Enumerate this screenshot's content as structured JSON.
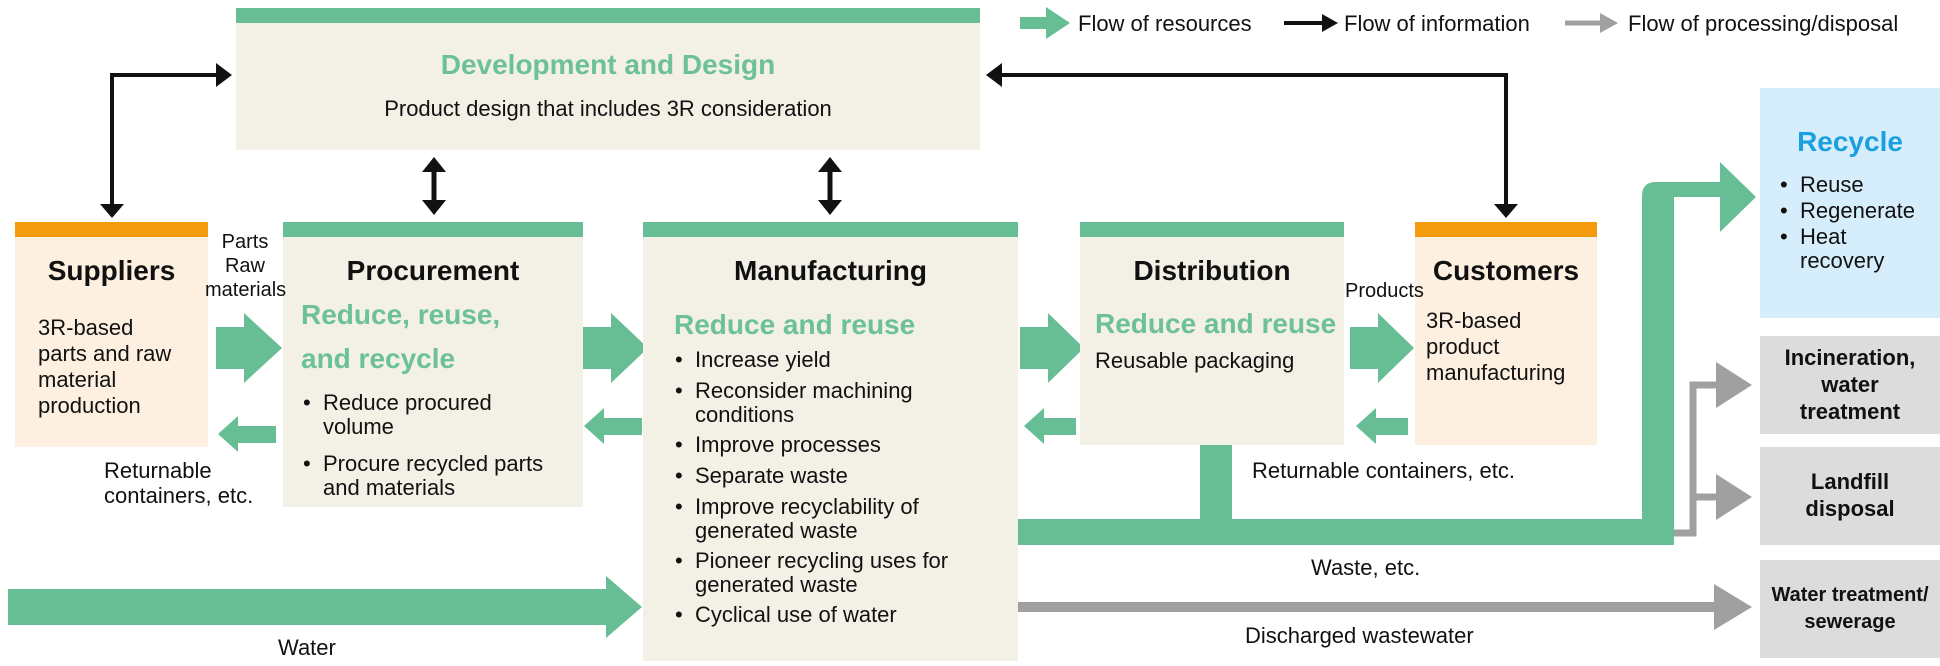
{
  "legend": {
    "resources": "Flow of resources",
    "information": "Flow of information",
    "processing": "Flow of processing/disposal"
  },
  "development": {
    "title": "Development and Design",
    "desc": "Product design that includes 3R consideration"
  },
  "suppliers": {
    "title": "Suppliers",
    "desc": [
      "3R-based",
      "parts and raw",
      "material",
      "production"
    ]
  },
  "procurement": {
    "title": "Procurement",
    "green": [
      "Reduce, reuse,",
      "and recycle"
    ],
    "bullets": [
      [
        "Reduce procured",
        "volume"
      ],
      [
        "Procure recycled parts",
        "and materials"
      ]
    ]
  },
  "manufacturing": {
    "title": "Manufacturing",
    "green": "Reduce and reuse",
    "bullets": [
      [
        "Increase yield"
      ],
      [
        "Reconsider machining",
        "conditions"
      ],
      [
        "Improve processes"
      ],
      [
        "Separate waste"
      ],
      [
        "Improve recyclability of",
        "generated waste"
      ],
      [
        "Pioneer recycling uses for",
        "generated waste"
      ],
      [
        "Cyclical use of water"
      ]
    ]
  },
  "distribution": {
    "title": "Distribution",
    "green": "Reduce and reuse",
    "desc": "Reusable packaging"
  },
  "customers": {
    "title": "Customers",
    "desc": [
      "3R-based",
      "product",
      "manufacturing"
    ]
  },
  "recycle": {
    "title": "Recycle",
    "bullets": [
      [
        "Reuse"
      ],
      [
        "Regenerate"
      ],
      [
        "Heat",
        "recovery"
      ]
    ]
  },
  "incineration": [
    "Incineration,",
    "water",
    "treatment"
  ],
  "landfill": [
    "Landfill",
    "disposal"
  ],
  "water_treatment": [
    "Water treatment/",
    "sewerage"
  ],
  "labels": {
    "parts_raw": [
      "Parts",
      "Raw",
      "materials"
    ],
    "returnable_left": [
      "Returnable",
      "containers, etc."
    ],
    "products": "Products",
    "returnable_right": "Returnable containers, etc.",
    "waste": "Waste, etc.",
    "water": "Water",
    "discharged": "Discharged wastewater"
  },
  "colors": {
    "resource_green": "#67bd94",
    "accent_orange": "#f39a0d",
    "recycle_blue": "#1a9fe0",
    "processing_grey": "#a0a0a0",
    "info_black": "#111111"
  }
}
